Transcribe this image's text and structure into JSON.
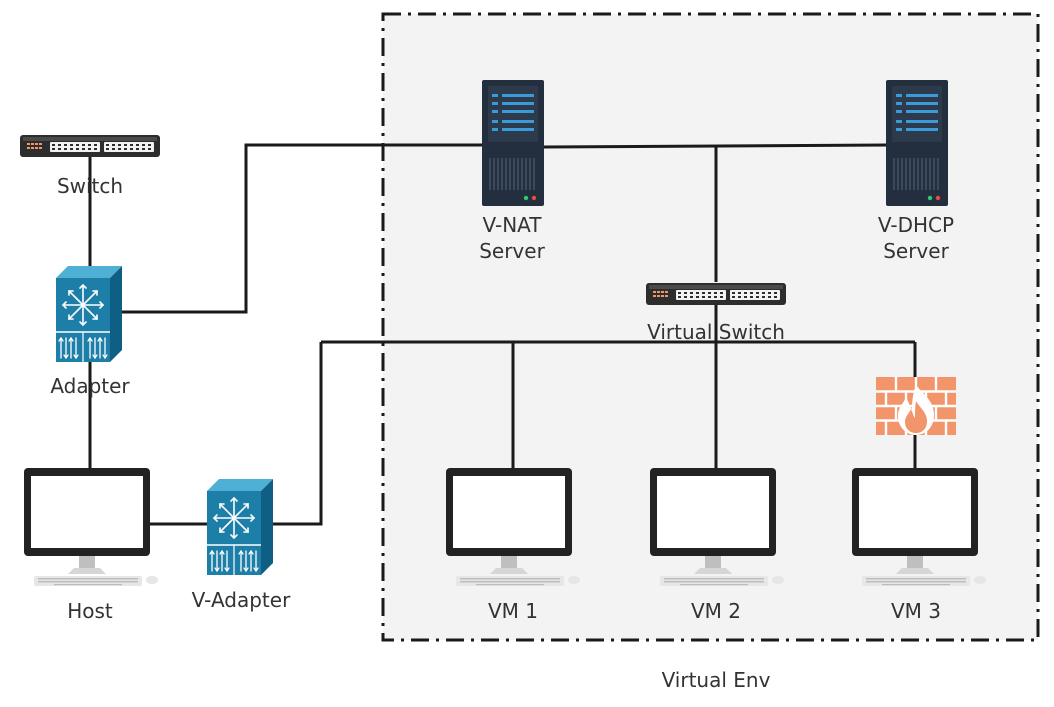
{
  "colors": {
    "boundary_fill": "#f3f3f3",
    "boundary_stroke": "#1a1a1a",
    "link": "#1a1a1a",
    "server_body": "#232f3e",
    "server_accent": "#3a9bd8",
    "adapter_front": "#1d7fa8",
    "adapter_side": "#0f5f84",
    "switch_body": "#2d2d2d",
    "firewall": "#f2956b",
    "flame": "#ffffff",
    "monitor_frame": "#222222",
    "text": "#333333"
  },
  "labels": {
    "switch": "Switch",
    "adapter": "Adapter",
    "host": "Host",
    "v_adapter": "V-Adapter",
    "v_nat_line1": "V-NAT",
    "v_nat_line2": "Server",
    "v_dhcp_line1": "V-DHCP",
    "v_dhcp_line2": "Server",
    "virtual_switch": "Virtual Switch",
    "vm1": "VM 1",
    "vm2": "VM 2",
    "vm3": "VM 3",
    "virtual_env": "Virtual Env"
  },
  "icons": {
    "switch": "network-switch-icon",
    "virtual_switch": "network-switch-icon",
    "adapter": "layer3-switch-icon",
    "v_adapter": "layer3-switch-icon",
    "v_nat_server": "server-tower-icon",
    "v_dhcp_server": "server-tower-icon",
    "firewall": "firewall-icon",
    "host": "desktop-computer-icon",
    "vm": "desktop-computer-icon"
  }
}
